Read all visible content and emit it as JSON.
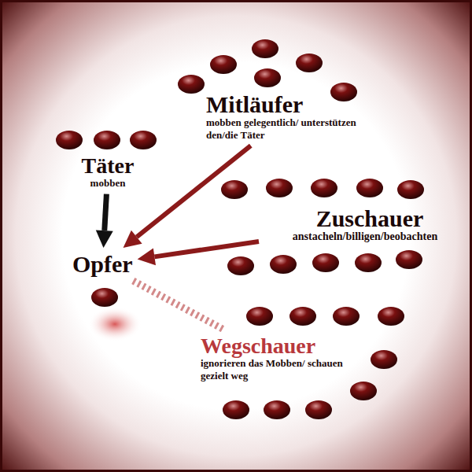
{
  "diagram": {
    "nodes": [
      {
        "text": [
          "Täter",
          "mobben"
        ]
      },
      {
        "text": [
          "Mitläufer",
          "mobben gelegentlich/ unterstützen den/die Täter"
        ]
      },
      {
        "text": [
          "Zuschauer",
          "anstacheln/billigen/beobachten"
        ]
      },
      {
        "text": [
          "Opfer"
        ]
      },
      {
        "text": [
          "Wegschauer",
          "ignorieren das Mobben/ schauen gezielt weg"
        ]
      }
    ],
    "edges": [
      {
        "from": 0,
        "to": 3,
        "arrow": "to"
      },
      {
        "from": 1,
        "to": 3,
        "arrow": "to"
      },
      {
        "from": 2,
        "to": 3,
        "arrow": "to"
      },
      {
        "from": 3,
        "to": 4,
        "arrow": "none"
      }
    ]
  }
}
